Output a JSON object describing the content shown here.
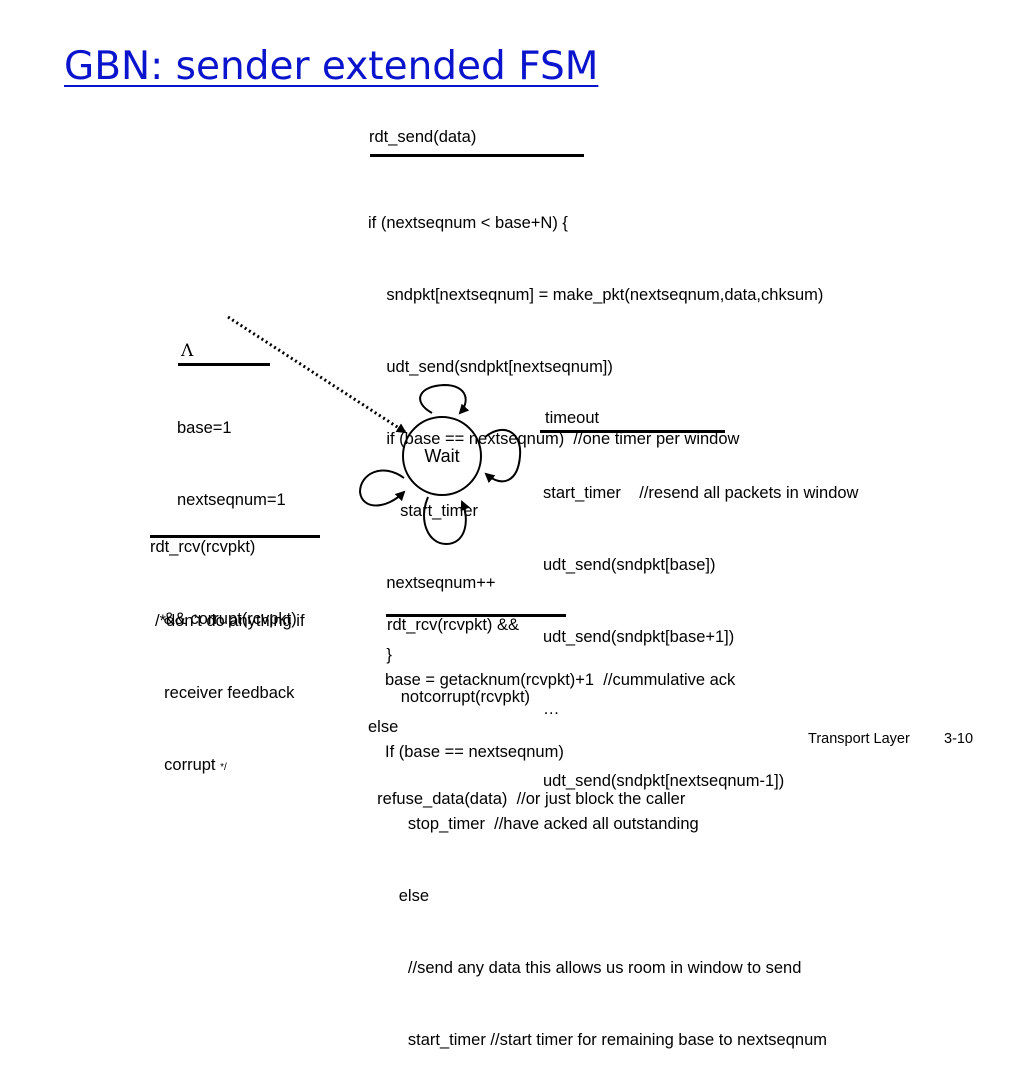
{
  "slide": {
    "title": "GBN: sender extended FSM",
    "footer_left": "Transport Layer",
    "footer_right": "3-10"
  },
  "fsm": {
    "state": "Wait",
    "init": {
      "event": "Λ",
      "actions": [
        "base=1",
        "nextseqnum=1"
      ]
    },
    "send": {
      "event": "rdt_send(data)",
      "actions": [
        "if (nextseqnum < base+N) {",
        "    sndpkt[nextseqnum] = make_pkt(nextseqnum,data,chksum)",
        "    udt_send(sndpkt[nextseqnum])",
        "    if (base == nextseqnum)  //one timer per window",
        "       start_timer",
        "    nextseqnum++",
        "    }",
        "else",
        "  refuse_data(data)  //or just block the caller"
      ]
    },
    "timeout": {
      "event": "timeout",
      "actions": [
        "start_timer    //resend all packets in window",
        "udt_send(sndpkt[base])",
        "udt_send(sndpkt[base+1])",
        "…",
        "udt_send(sndpkt[nextseqnum-1])"
      ]
    },
    "corrupt": {
      "event": [
        "rdt_rcv(rcvpkt)",
        "   && corrupt(rcvpkt)"
      ],
      "actions": [
        "/*don’t do anything if",
        "  receiver feedback",
        "  corrupt "
      ],
      "comment_end": "*/"
    },
    "notcorrupt": {
      "event": [
        "rdt_rcv(rcvpkt) &&",
        "   notcorrupt(rcvpkt)"
      ],
      "actions": [
        "base = getacknum(rcvpkt)+1  //cummulative ack",
        "If (base == nextseqnum)",
        "     stop_timer  //have acked all outstanding",
        "   else",
        "     //send any data this allows us room in window to send",
        "     start_timer //start timer for remaining base to nextseqnum"
      ]
    }
  }
}
